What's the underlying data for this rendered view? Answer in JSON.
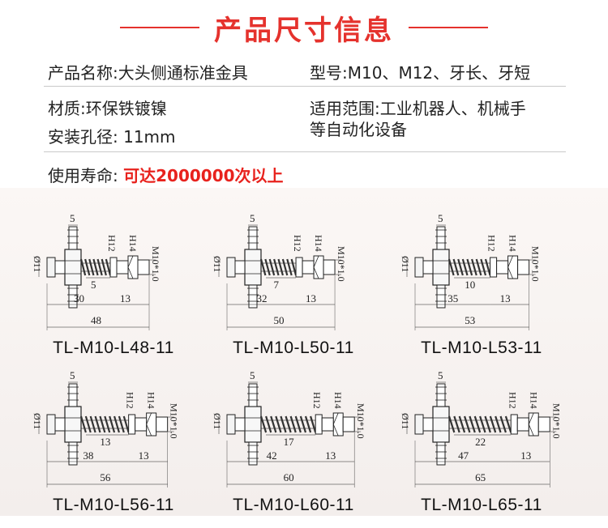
{
  "title": "产品尺寸信息",
  "info": {
    "name": "产品名称:大头侧通标准金具",
    "model": "型号:M10、M12、牙长、牙短",
    "material": "材质:环保铁镀镍",
    "application_line1": "适用范围:工业机器人、机械手",
    "application_line2": "等自动化设备",
    "hole": "安装孔径: 11mm",
    "life_label": "使用寿命: ",
    "life_value": "可达2000000次以上"
  },
  "colors": {
    "accent": "#e5322d",
    "spring": "#333333"
  },
  "drawing_labels": {
    "thread": "M10*1.0",
    "bore": "Ø11",
    "h12": "H12",
    "h14": "H14",
    "pipe": "5",
    "tail": "13"
  },
  "products": [
    {
      "model": "TL-M10-L48-11",
      "total": "48",
      "body": "30",
      "tail": "13",
      "mid": "5"
    },
    {
      "model": "TL-M10-L50-11",
      "total": "50",
      "body": "32",
      "tail": "13",
      "mid": "7"
    },
    {
      "model": "TL-M10-L53-11",
      "total": "53",
      "body": "35",
      "tail": "13",
      "mid": "10"
    },
    {
      "model": "TL-M10-L56-11",
      "total": "56",
      "body": "38",
      "tail": "13",
      "mid": "13"
    },
    {
      "model": "TL-M10-L60-11",
      "total": "60",
      "body": "42",
      "tail": "13",
      "mid": "17"
    },
    {
      "model": "TL-M10-L65-11",
      "total": "65",
      "body": "47",
      "tail": "13",
      "mid": "22"
    }
  ]
}
